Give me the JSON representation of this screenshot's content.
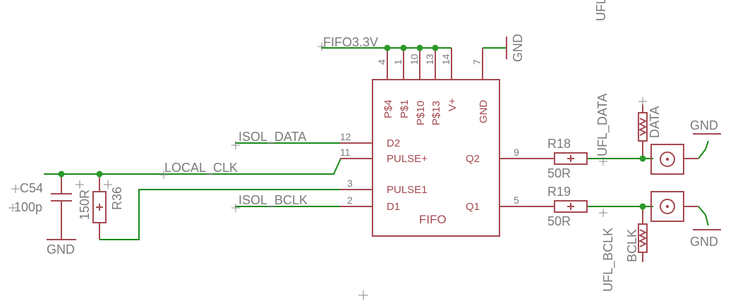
{
  "nets": {
    "fifo_supply": "FIFO3.3V",
    "gnd_label": "GND",
    "isol_data": "ISOL_DATA",
    "local_clk": "LOCAL_CLK",
    "isol_bclk": "ISOL_BCLK",
    "ufl_data": "UFL_DATA",
    "ufl_bclk": "UFL_BCLK",
    "ufl_top": "UFL"
  },
  "fifo": {
    "name": "FIFO",
    "top_pins": [
      {
        "num": "4",
        "name": "P$4"
      },
      {
        "num": "1",
        "name": "P$1"
      },
      {
        "num": "10",
        "name": "P$10"
      },
      {
        "num": "13",
        "name": "P$13"
      },
      {
        "num": "14",
        "name": "V+"
      },
      {
        "num": "7",
        "name": "GND"
      }
    ],
    "left_pins": [
      {
        "num": "12",
        "name": "D2"
      },
      {
        "num": "11",
        "name": "PULSE+"
      },
      {
        "num": "3",
        "name": "PULSE1"
      },
      {
        "num": "2",
        "name": "D1"
      }
    ],
    "right_pins": [
      {
        "num": "9",
        "name": "Q2"
      },
      {
        "num": "5",
        "name": "Q1"
      }
    ]
  },
  "components": {
    "c54_name": "C54",
    "c54_value": "100p",
    "r36_name": "R36",
    "r36_value": "150R",
    "r18_name": "R18",
    "r18_value": "50R",
    "r19_name": "R19",
    "r19_value": "50R",
    "conn_data": "DATA",
    "conn_bclk": "BCLK"
  }
}
